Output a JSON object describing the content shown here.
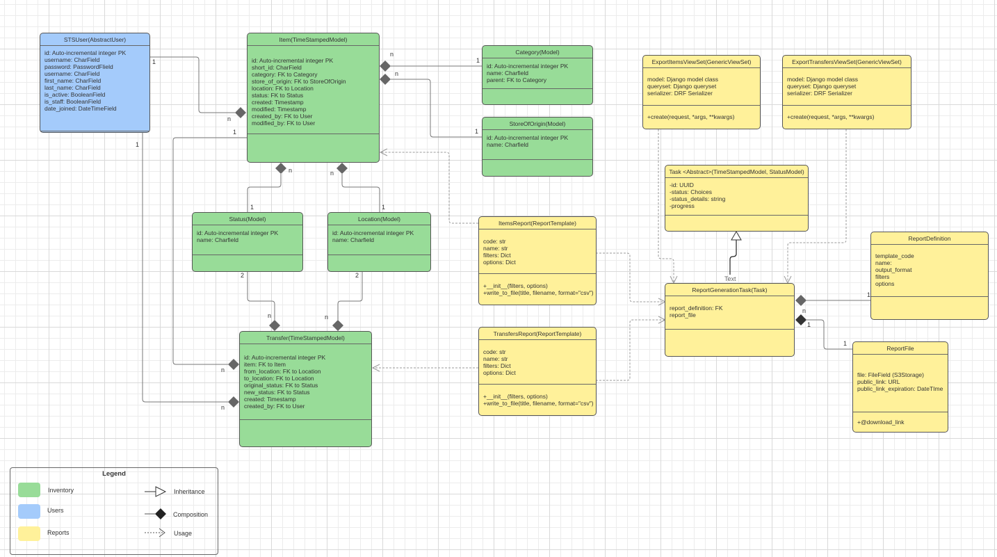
{
  "diagram": {
    "classes": {
      "sts_user": {
        "title": "STSUser(AbstractUser)",
        "attributes": [
          "id: Auto-incremental integer PK",
          "username: CharField",
          "password: PasswordFlield",
          "username: CharField",
          "first_name: CharField",
          "last_name: CharField",
          "is_active: BooleanField",
          "is_staff: BooleanField",
          "date_joined: DateTimeField"
        ],
        "methods": []
      },
      "item": {
        "title": "Item(TimeStampedModel)",
        "attributes": [
          "id: Auto-incremental integer PK",
          "short_id: CharField",
          "category: FK to Category",
          "store_of_origin: FK to StoreOfOrigin",
          "location: FK to Location",
          "status: FK to Status",
          "created: Timestamp",
          "modified: Timestamp",
          "created_by: FK to User",
          "modified_by: FK to User"
        ],
        "methods": []
      },
      "category": {
        "title": "Category(Model)",
        "attributes": [
          "id: Auto-incremental integer PK",
          "name: Charfield",
          "parent: FK to Category"
        ],
        "methods": []
      },
      "store_of_origin": {
        "title": "StoreOfOrigin(Model)",
        "attributes": [
          "id: Auto-incremental integer PK",
          "name: Charfield"
        ],
        "methods": []
      },
      "status": {
        "title": "Status(Model)",
        "attributes": [
          "id: Auto-incremental integer PK",
          "name: Charfield"
        ],
        "methods": []
      },
      "location": {
        "title": "Location(Model)",
        "attributes": [
          "id: Auto-incremental integer PK",
          "name: Charfield"
        ],
        "methods": []
      },
      "transfer": {
        "title": "Transfer(TimeStampedModel)",
        "attributes": [
          "id: Auto-incremental integer PK",
          "item: FK to Item",
          "from_location: FK to Location",
          "to_location: FK to Location",
          "original_status: FK to Status",
          "new_status: FK to Status",
          "created: Timestamp",
          "created_by: FK to User"
        ],
        "methods": []
      },
      "items_report": {
        "title": "ItemsReport(ReportTemplate)",
        "attributes": [
          "code: str",
          "name: str",
          "filters: Dict",
          "options: Dict"
        ],
        "methods": [
          "+__init__(filters, options)",
          "+write_to_file(title, filename, format=\"csv\")"
        ]
      },
      "transfers_report": {
        "title": "TransfersReport(ReportTemplate)",
        "attributes": [
          "code: str",
          "name: str",
          "filters: Dict",
          "options: Dict"
        ],
        "methods": [
          "+__init__(filters, options)",
          "+write_to_file(title, filename, format=\"csv\")"
        ]
      },
      "export_items_viewset": {
        "title": "ExportItemsViewSet(GenericViewSet)",
        "attributes": [
          "model: Django model class",
          "queryset: Django queryset",
          "serializer: DRF Serializer"
        ],
        "methods": [
          "+create(request, *args, **kwargs)"
        ]
      },
      "export_transfers_viewset": {
        "title": "ExportTransfersViewSet(GenericViewSet)",
        "attributes": [
          "model: Django model class",
          "queryset: Django queryset",
          "serializer: DRF Serializer"
        ],
        "methods": [
          "+create(request, *args, **kwargs)"
        ]
      },
      "task": {
        "title": "Task <Abstract>(TimeStampedModel, StatusModel)",
        "attributes": [
          "-id: UUID",
          "-status: Choices",
          "-status_details: string",
          "-progress"
        ],
        "methods": []
      },
      "report_generation_task": {
        "title": "ReportGenerationTask(Task)",
        "attributes": [
          "report_definition: FK",
          "report_file"
        ],
        "methods": []
      },
      "report_definition": {
        "title": "ReportDefinition",
        "attributes": [
          "template_code",
          "name:",
          "output_format",
          "filters",
          "options"
        ],
        "methods": []
      },
      "report_file": {
        "title": "ReportFile",
        "attributes": [
          "file: FileField (S3Storage)",
          "public_link: URL",
          "public_link_expiration: DateTIme"
        ],
        "methods": [
          "+@download_link"
        ]
      }
    },
    "multiplicities": {
      "user_item_user": "1",
      "user_item_item": "n",
      "item_transfer_user": "1",
      "user_transfer_user": "1",
      "item_category_item": "n",
      "item_category_cat": "1",
      "item_store_item": "n",
      "item_store_store": "1",
      "item_status_item": "n",
      "item_status_status": "1",
      "item_location_item": "n",
      "item_location_loc": "1",
      "status_transfer_status": "2",
      "status_transfer_transfer": "n",
      "location_transfer_loc": "2",
      "location_transfer_transfer": "n",
      "item_transfer_transfer": "n",
      "user_transfer_transfer": "n",
      "rgt_def_def": "1",
      "rgt_file_rgt_n": "n",
      "rgt_file_rgt_1": "1",
      "rgt_file_file": "1"
    },
    "edge_label_text": "Text"
  },
  "legend": {
    "title": "Legend",
    "colors": [
      {
        "label": "Inventory",
        "color": "#98dc98"
      },
      {
        "label": "Users",
        "color": "#a4cbfb"
      },
      {
        "label": "Reports",
        "color": "#fff19a"
      }
    ],
    "relations": [
      {
        "label": "Inheritance",
        "icon": "hollow-triangle-arrow"
      },
      {
        "label": "Composition",
        "icon": "filled-diamond"
      },
      {
        "label": "Usage",
        "icon": "dashed-open-arrow"
      }
    ]
  }
}
